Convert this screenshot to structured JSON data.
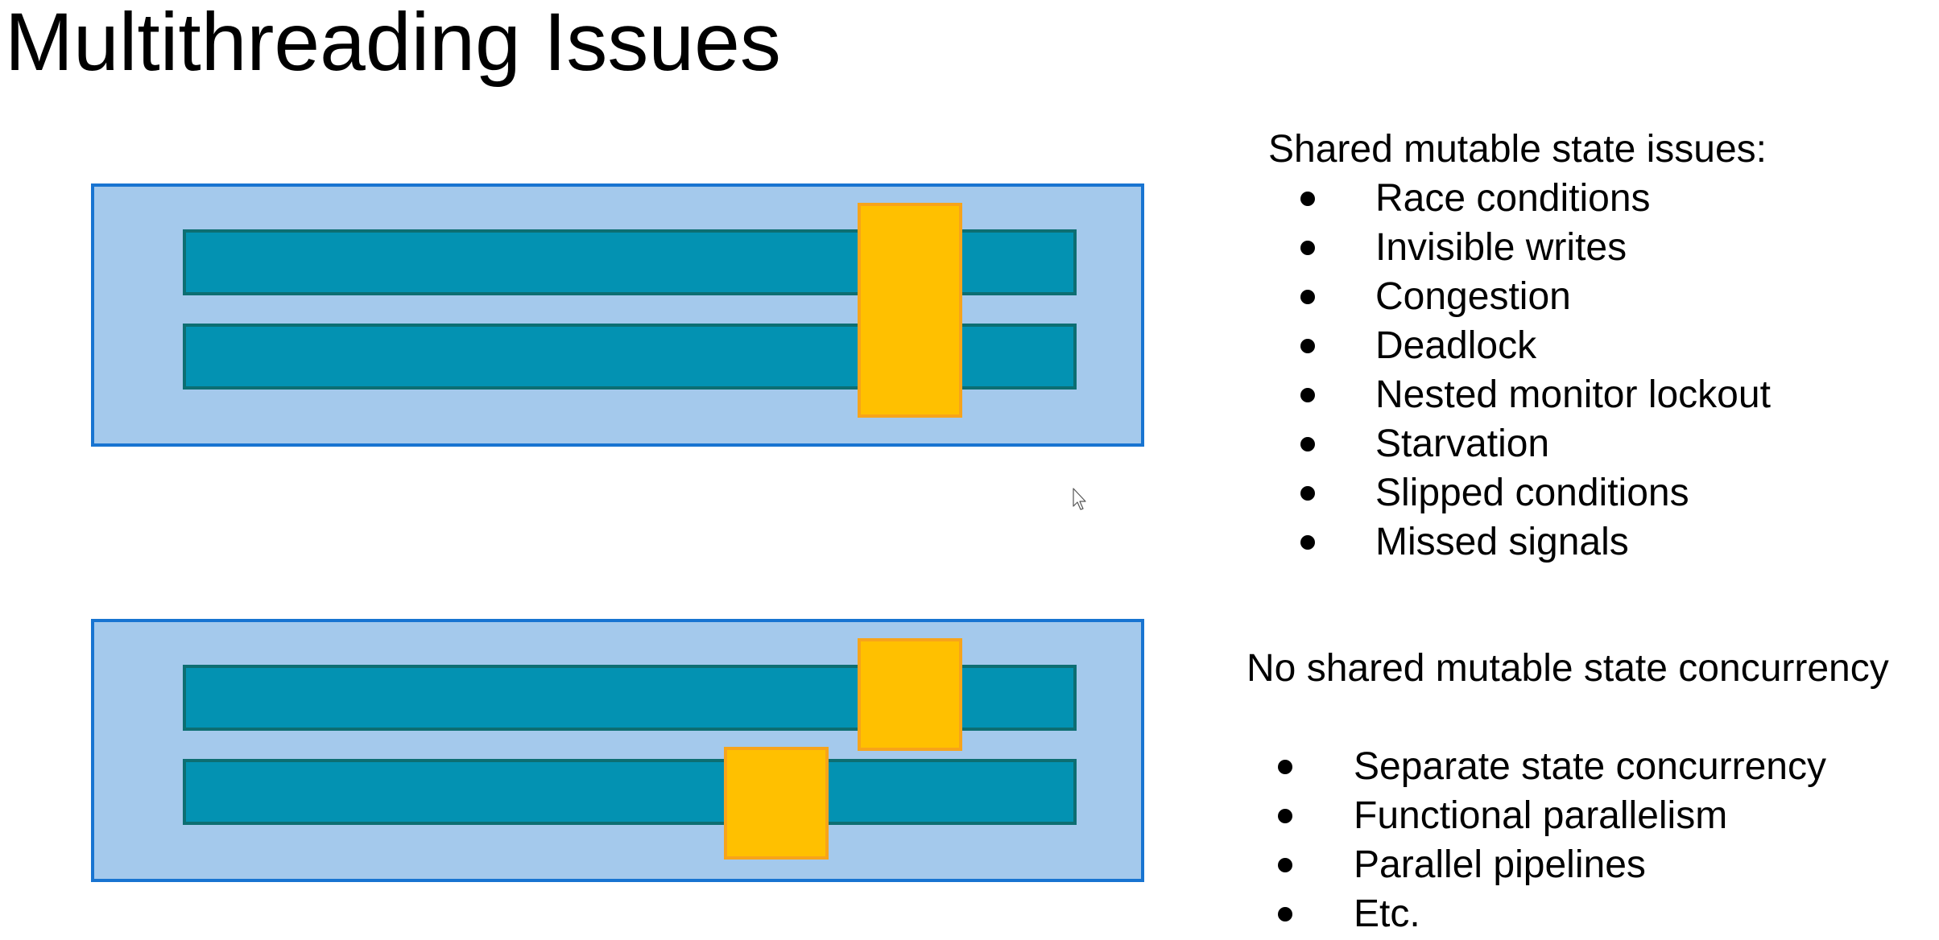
{
  "slide": {
    "title": "Multithreading Issues"
  },
  "diagram_top": {
    "threads": 2,
    "shared_state_blocks": 1
  },
  "diagram_bottom": {
    "threads": 2,
    "separate_state_blocks": 2
  },
  "shared_section": {
    "heading": "Shared mutable state issues:",
    "items": [
      "Race conditions",
      "Invisible writes",
      "Congestion",
      "Deadlock",
      "Nested monitor lockout",
      "Starvation",
      "Slipped conditions",
      "Missed signals"
    ]
  },
  "no_shared_section": {
    "heading": "No shared mutable state concurrency",
    "items": [
      "Separate state concurrency",
      "Functional parallelism",
      "Parallel pipelines",
      "Etc."
    ]
  },
  "colors": {
    "panel_fill": "#a4c9ec",
    "panel_border": "#1874d1",
    "thread_fill": "#0392b2",
    "thread_border": "#0d6e72",
    "state_fill": "#ffc000",
    "state_border": "#f7a41a"
  },
  "icons": {
    "cursor": "mouse-pointer-icon",
    "bullet": "bullet-dot-icon"
  }
}
